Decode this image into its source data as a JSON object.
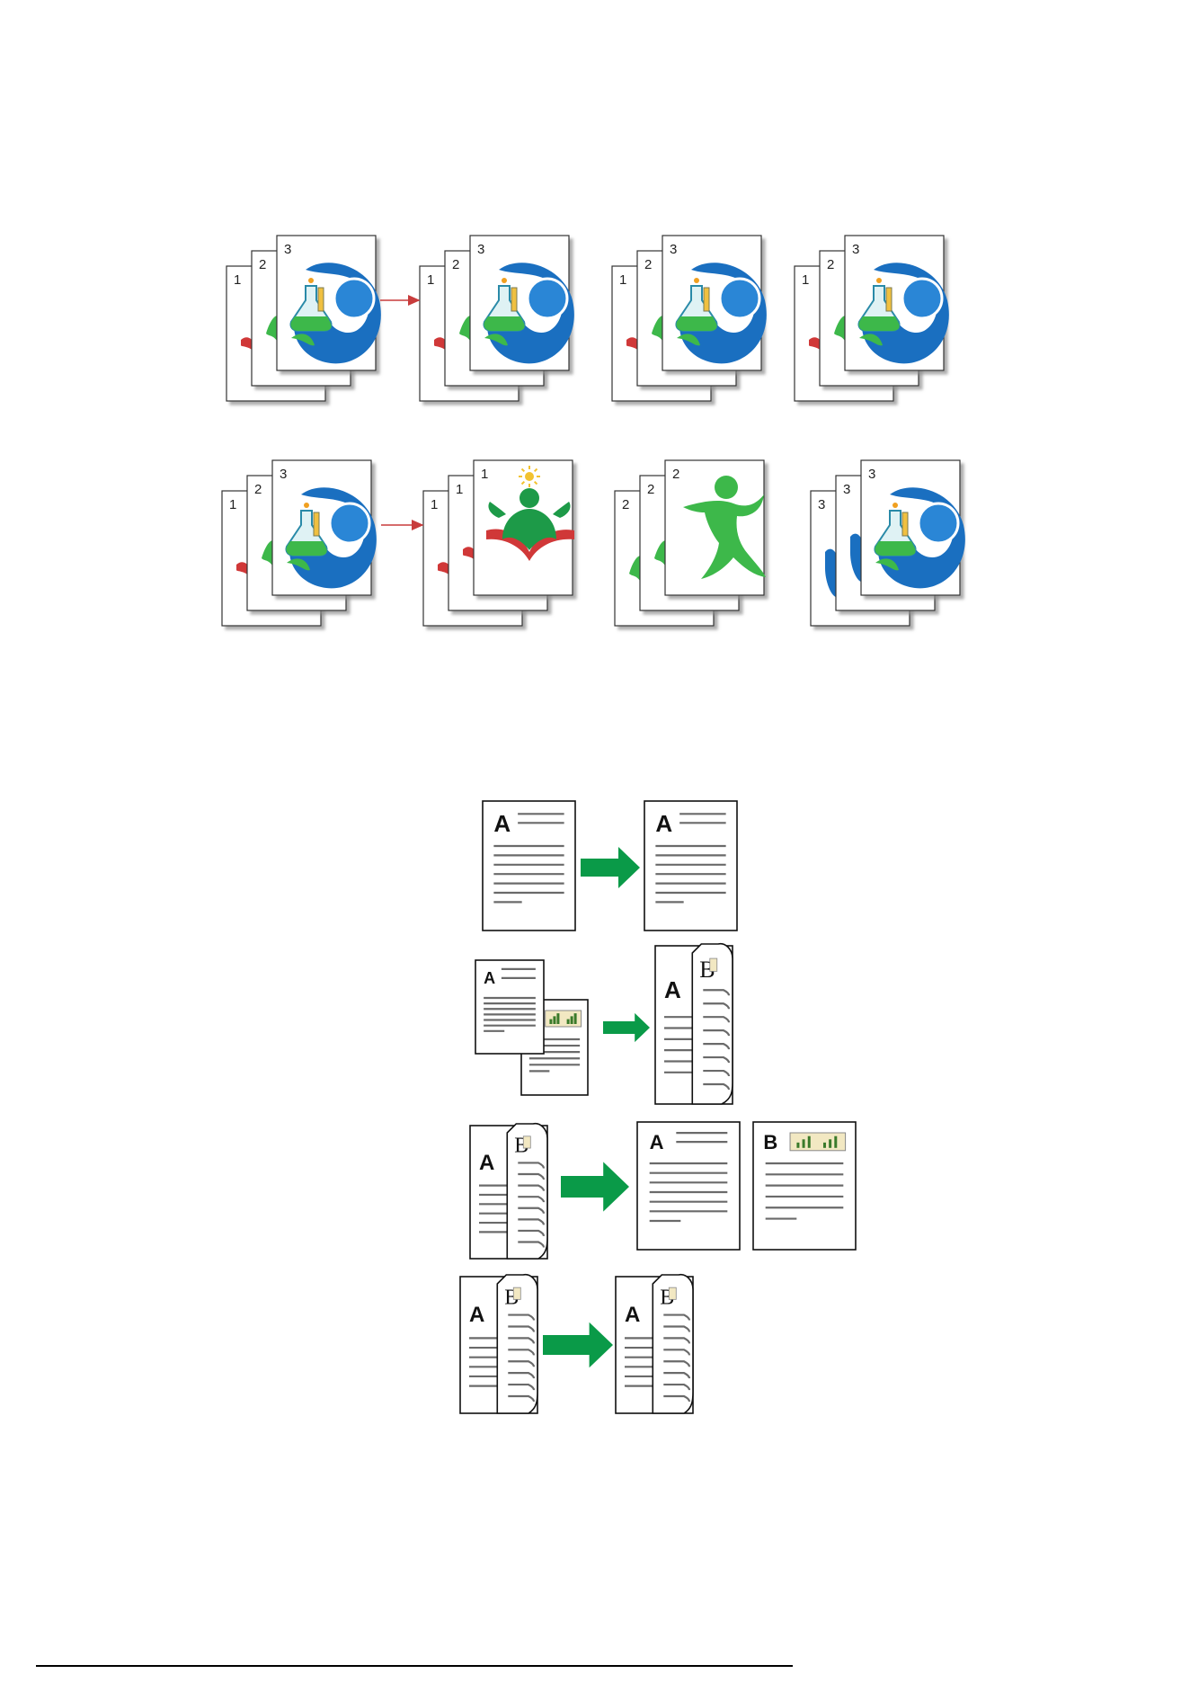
{
  "collate": {
    "row_on": {
      "source": [
        "1",
        "2",
        "3"
      ],
      "output_sets": [
        [
          "1",
          "2",
          "3"
        ],
        [
          "1",
          "2",
          "3"
        ],
        [
          "1",
          "2",
          "3"
        ]
      ]
    },
    "row_off": {
      "source": [
        "1",
        "2",
        "3"
      ],
      "output_stacks": [
        [
          "1",
          "1",
          "1"
        ],
        [
          "2",
          "2",
          "2"
        ],
        [
          "3",
          "3",
          "3"
        ]
      ]
    }
  },
  "duplex": {
    "letters": {
      "front": "A",
      "back": "B"
    },
    "modes": [
      "1-to-1 sided",
      "1-to-2 sided",
      "2-to-1 sided",
      "2-to-2 sided"
    ]
  },
  "colors": {
    "stage_arrow": "#c83c3c",
    "mode_arrow": "#0a9a48",
    "logo_blue": "#1a6fc0",
    "logo_green": "#3db84a",
    "logo_red": "#d03838",
    "chart_bg": "#f2e8c2"
  }
}
